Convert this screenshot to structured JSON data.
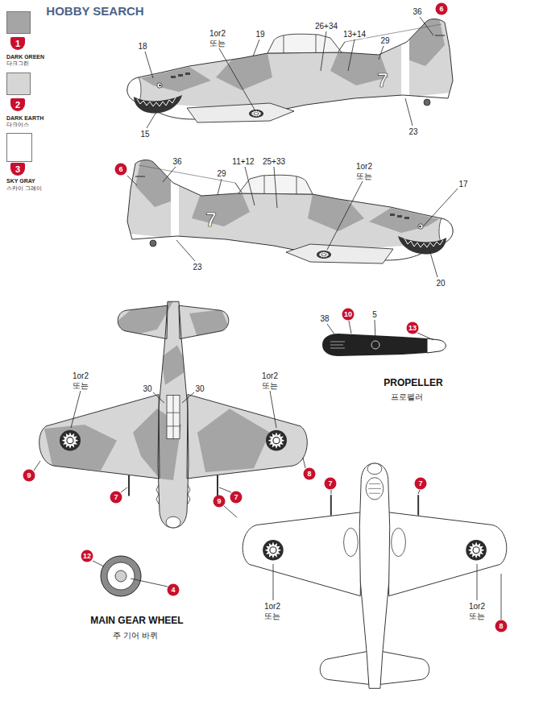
{
  "diagram": {
    "labels": [
      "HOBBY SEARCH",
      "1",
      "다크그린",
      "2",
      "다크어스",
      "3",
      "스카이 그레이",
      "18",
      "1or2",
      "또는",
      "19",
      "26+34",
      "13+14",
      "29",
      "36",
      "6",
      "15",
      "23",
      "7",
      "6",
      "36",
      "29",
      "11+12",
      "25+33",
      "1or2",
      "또는",
      "17",
      "23",
      "20",
      "7",
      "38",
      "10",
      "5",
      "13",
      "PROPELLER",
      "프로펠러",
      "1or2",
      "또는",
      "30",
      "30",
      "1or2",
      "또는",
      "9",
      "8",
      "7",
      "7",
      "12",
      "4",
      "MAIN GEAR WHEEL",
      "주 기어 바퀴",
      "9",
      "7",
      "7",
      "8",
      "1or2",
      "또는",
      "1or2",
      "또는"
    ],
    "legend": [
      {
        "text": "DARK GREEN",
        "color": "#a5a5a5"
      },
      {
        "text": "DARK EARTH",
        "color": "#d6d6d6"
      },
      {
        "text": "SKY GRAY",
        "color": "#ffffff"
      }
    ]
  }
}
